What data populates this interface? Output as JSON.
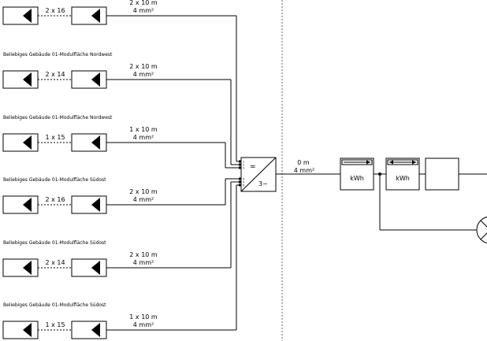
{
  "strings": [
    {
      "label": "",
      "module_text": "2 x 16",
      "cable_top": "2 x 10 m",
      "cable_bottom": "4 mm²"
    },
    {
      "label": "Beliebiges Gebäude 01-Modulfläche Nordwest",
      "module_text": "2 x 14",
      "cable_top": "2 x 10 m",
      "cable_bottom": "4 mm²"
    },
    {
      "label": "Beliebiges Gebäude 01-Modulfläche Nordwest",
      "module_text": "1 x 15",
      "cable_top": "1 x 10 m",
      "cable_bottom": "4 mm²"
    },
    {
      "label": "Beliebiges Gebäude 01-Modulfläche Südost",
      "module_text": "2 x 16",
      "cable_top": "2 x 10 m",
      "cable_bottom": "4 mm²"
    },
    {
      "label": "Beliebiges Gebäude 01-Modulfläche Südost",
      "module_text": "2 x 14",
      "cable_top": "2 x 10 m",
      "cable_bottom": "4 mm²"
    },
    {
      "label": "Beliebiges Gebäude 01-Modulfläche Südost",
      "module_text": "1 x 15",
      "cable_top": "1 x 10 m",
      "cable_bottom": "4 mm²"
    }
  ],
  "inverter": {
    "dc_symbol": "=",
    "ac_symbol": "3~",
    "input_numbers": [
      "1",
      "2",
      "3",
      "4",
      "5",
      "6"
    ]
  },
  "ac_cable": {
    "top": "0 m",
    "bottom": "4 mm²"
  },
  "meters": [
    {
      "label": "kWh"
    },
    {
      "label": "kWh"
    }
  ]
}
